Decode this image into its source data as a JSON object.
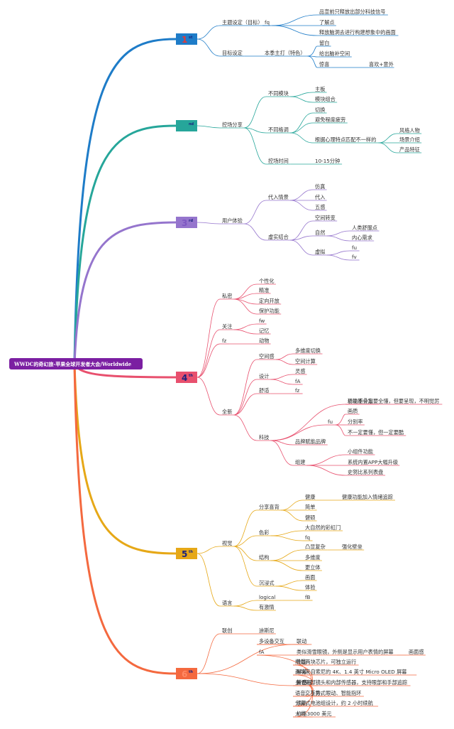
{
  "root": {
    "label": "WWDC的奇幻旅-苹果全球开发者大会/Worldwide",
    "color": "#7b1fa2"
  },
  "branches": [
    {
      "number": "1",
      "sup": "st",
      "color": "#1e7cc8",
      "num_color": "#e53935",
      "children": [
        {
          "label": "主题设定（目标）",
          "children": [
            {
              "label": "fq",
              "children": [
                {
                  "label": "品宣前只释放出部分科技信号"
                },
                {
                  "label": "了解点"
                },
                {
                  "label": "释放脑洞去进行构建想象中的画面"
                }
              ]
            }
          ]
        },
        {
          "label": "目标设定",
          "children": [
            {
              "label": "本季主打（特色）",
              "children": [
                {
                  "label": "留白"
                },
                {
                  "label": "给出脑补空间"
                },
                {
                  "label": "惊喜",
                  "children": [
                    {
                      "label": "喜欢+意外"
                    }
                  ]
                }
              ]
            }
          ]
        }
      ]
    },
    {
      "number": "2",
      "sup": "nd",
      "color": "#26a69a",
      "num_color": "#26a69a",
      "children": [
        {
          "label": "控场分享",
          "children": [
            {
              "label": "不同模块",
              "children": [
                {
                  "label": "主板"
                },
                {
                  "label": "模块组合"
                }
              ]
            },
            {
              "label": "不同格调",
              "children": [
                {
                  "label": "切换"
                },
                {
                  "label": "避免程度疲劳"
                },
                {
                  "label": "根据心理特点匹配不一样的",
                  "children": [
                    {
                      "label": "风格人物"
                    },
                    {
                      "label": "场景介绍"
                    },
                    {
                      "label": "产品特征"
                    }
                  ]
                }
              ]
            },
            {
              "label": "控场时间",
              "children": [
                {
                  "label": "10-15分钟"
                }
              ]
            }
          ]
        }
      ]
    },
    {
      "number": "3",
      "sup": "rd",
      "color": "#9575cd",
      "num_color": "#7e57c2",
      "children": [
        {
          "label": "用户体验",
          "children": [
            {
              "label": "代入情景",
              "children": [
                {
                  "label": "仿真"
                },
                {
                  "label": "代入"
                },
                {
                  "label": "五感"
                }
              ]
            },
            {
              "label": "虚实结合",
              "children": [
                {
                  "label": "空间转变"
                },
                {
                  "label": "自然",
                  "children": [
                    {
                      "label": "人类舒服点"
                    },
                    {
                      "label": "内心需求"
                    }
                  ]
                },
                {
                  "label": "虚拟",
                  "children": [
                    {
                      "label": "fu"
                    },
                    {
                      "label": "fv"
                    }
                  ]
                }
              ]
            }
          ]
        }
      ]
    },
    {
      "number": "4",
      "sup": "th",
      "color": "#e8506e",
      "num_color": "#1a237e",
      "children": [
        {
          "label": "私密",
          "children": [
            {
              "label": "个性化"
            },
            {
              "label": "精准"
            },
            {
              "label": "定向开放"
            },
            {
              "label": "保护功能"
            }
          ]
        },
        {
          "label": "关注",
          "children": [
            {
              "label": "fw"
            },
            {
              "label": "记忆"
            }
          ]
        },
        {
          "label": "fz",
          "children": [
            {
              "label": "动物"
            }
          ]
        },
        {
          "label": "全新",
          "children": [
            {
              "label": "空间感",
              "children": [
                {
                  "label": "多维度切换"
                },
                {
                  "label": "空间计算"
                }
              ]
            },
            {
              "label": "设计",
              "children": [
                {
                  "label": "灵感"
                },
                {
                  "label": "fA"
                }
              ]
            },
            {
              "label": "舒适",
              "children": [
                {
                  "label": "fz"
                }
              ]
            },
            {
              "label": "科技",
              "children": [
                {
                  "label": "新功能叠加",
                  "children": [
                    {
                      "label": "功能不一定要全懂，但要呈现，不明觉厉"
                    }
                  ]
                },
                {
                  "label": "fu",
                  "children": [
                    {
                      "label": "画质"
                    },
                    {
                      "label": "分别率"
                    },
                    {
                      "label": "不一定要懂，但一定要酷"
                    }
                  ]
                },
                {
                  "label": "品牌赋能品牌"
                },
                {
                  "label": "组建",
                  "children": [
                    {
                      "label": "小组件功能"
                    },
                    {
                      "label": "系统内置APP大幅升级"
                    },
                    {
                      "label": "史努比系列表盘"
                    }
                  ]
                }
              ]
            }
          ]
        }
      ]
    },
    {
      "number": "5",
      "sup": "th",
      "color": "#e6a817",
      "num_color": "#1a237e",
      "children": [
        {
          "label": "视觉",
          "children": [
            {
              "label": "分享喜背",
              "children": [
                {
                  "label": "健康",
                  "children": [
                    {
                      "label": "健康功能加入情绪追踪"
                    }
                  ]
                },
                {
                  "label": "简单"
                },
                {
                  "label": "健硕"
                }
              ]
            },
            {
              "label": "色彩",
              "children": [
                {
                  "label": "大自然的彩虹门"
                },
                {
                  "label": "fq"
                }
              ]
            },
            {
              "label": "结构",
              "children": [
                {
                  "label": "凸显复杂",
                  "children": [
                    {
                      "label": "强化壁垒"
                    }
                  ]
                },
                {
                  "label": "多维度"
                },
                {
                  "label": "更立体"
                }
              ]
            },
            {
              "label": "沉浸式",
              "children": [
                {
                  "label": "画面"
                },
                {
                  "label": "体验"
                }
              ]
            }
          ]
        },
        {
          "label": "语言",
          "children": [
            {
              "label": "logical",
              "children": [
                {
                  "label": "fB"
                }
              ]
            },
            {
              "label": "有激情"
            }
          ]
        }
      ]
    },
    {
      "number": "6",
      "sup": "th",
      "color": "#f4693f",
      "num_color": "#ff8a65",
      "children": [
        {
          "label": "联创",
          "children": [
            {
              "label": "迪斯尼"
            }
          ]
        },
        {
          "label": "联动",
          "children": [
            {
              "label": "多设备交互"
            }
          ]
        },
        {
          "label": "新品",
          "children": [
            {
              "label": "fA",
              "children": [
                {
                  "label": "类似滑雪眼镜，外侧是显示用户表情的屏幕",
                  "children": [
                    {
                      "label": "画面感"
                    }
                  ]
                }
              ]
            },
            {
              "label": "性能",
              "children": [
                {
                  "label": "搭载两块芯片，可独立运行"
                }
              ]
            },
            {
              "label": "屏幕",
              "children": [
                {
                  "label": "两块来自索尼的 4K、1.4 英寸 Micro OLED 屏幕"
                }
              ]
            },
            {
              "label": "传感器",
              "children": [
                {
                  "label": "多个外部镜头和内部传感器，支持眼部和手部追踪"
                }
              ]
            },
            {
              "label": "交互方式",
              "children": [
                {
                  "label": "语音、手势、眼动、智能指环"
                }
              ]
            },
            {
              "label": "续航",
              "children": [
                {
                  "label": "分离式电池组设计，约 2 小时续航"
                }
              ]
            },
            {
              "label": "价格",
              "children": [
                {
                  "label": "大约 3000 美元"
                }
              ]
            }
          ]
        }
      ]
    }
  ]
}
